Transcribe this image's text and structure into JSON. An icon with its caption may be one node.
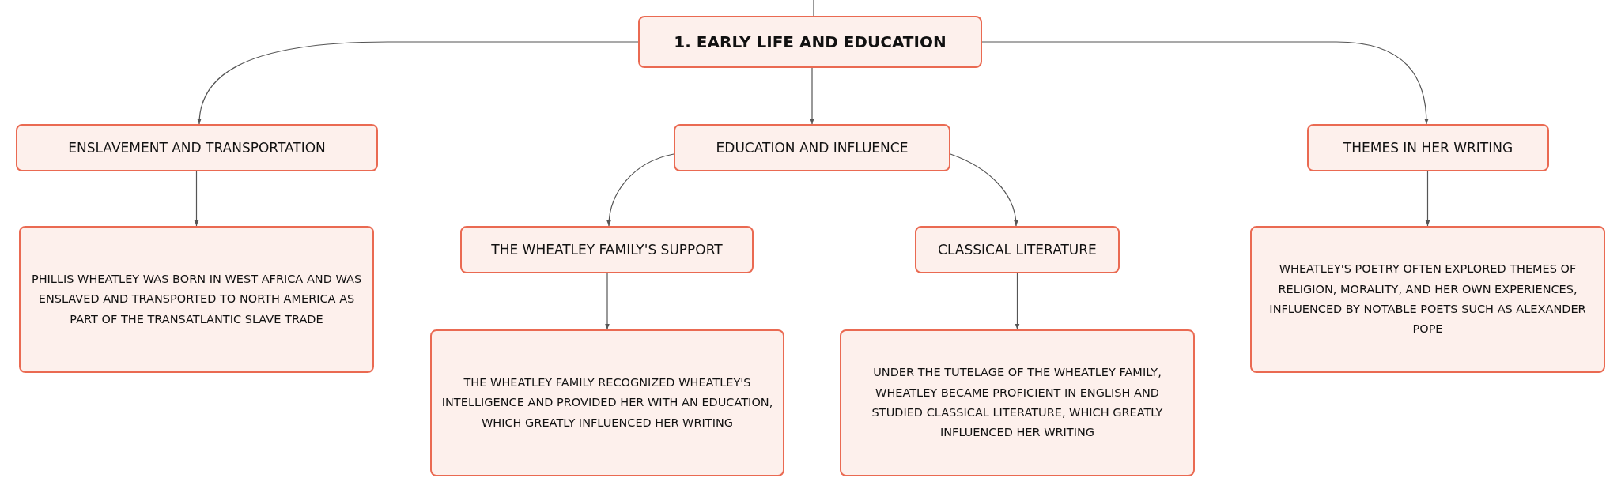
{
  "diagram": {
    "nodes": [
      {
        "text": [
          "1. EARLY LIFE AND EDUCATION"
        ]
      },
      {
        "text": [
          "ENSLAVEMENT AND TRANSPORTATION"
        ]
      },
      {
        "text": [
          "EDUCATION AND INFLUENCE"
        ]
      },
      {
        "text": [
          "THEMES IN HER WRITING"
        ]
      },
      {
        "text": [
          "PHILLIS WHEATLEY WAS BORN IN WEST AFRICA AND WAS ENSLAVED AND TRANSPORTED TO NORTH AMERICA AS PART OF THE TRANSATLANTIC SLAVE TRADE"
        ]
      },
      {
        "text": [
          "THE WHEATLEY FAMILY'S SUPPORT"
        ]
      },
      {
        "text": [
          "CLASSICAL LITERATURE"
        ]
      },
      {
        "text": [
          "WHEATLEY'S POETRY OFTEN EXPLORED THEMES OF RELIGION, MORALITY, AND HER OWN EXPERIENCES, INFLUENCED BY NOTABLE POETS SUCH AS ALEXANDER POPE"
        ]
      },
      {
        "text": [
          "THE WHEATLEY FAMILY RECOGNIZED WHEATLEY'S INTELLIGENCE AND PROVIDED HER WITH AN EDUCATION, WHICH GREATLY INFLUENCED HER WRITING"
        ]
      },
      {
        "text": [
          "UNDER THE TUTELAGE OF THE WHEATLEY FAMILY, WHEATLEY BECAME PROFICIENT IN ENGLISH AND STUDIED CLASSICAL LITERATURE, WHICH GREATLY INFLUENCED HER WRITING"
        ]
      }
    ],
    "edges": [
      {
        "from": null,
        "to": 0,
        "arrow": "none"
      },
      {
        "from": 0,
        "to": 1,
        "arrow": "to"
      },
      {
        "from": 0,
        "to": 2,
        "arrow": "to"
      },
      {
        "from": 0,
        "to": 3,
        "arrow": "to"
      },
      {
        "from": 1,
        "to": 4,
        "arrow": "to"
      },
      {
        "from": 2,
        "to": 5,
        "arrow": "to"
      },
      {
        "from": 2,
        "to": 6,
        "arrow": "to"
      },
      {
        "from": 3,
        "to": 7,
        "arrow": "to"
      },
      {
        "from": 5,
        "to": 8,
        "arrow": "to"
      },
      {
        "from": 6,
        "to": 9,
        "arrow": "to"
      }
    ]
  }
}
